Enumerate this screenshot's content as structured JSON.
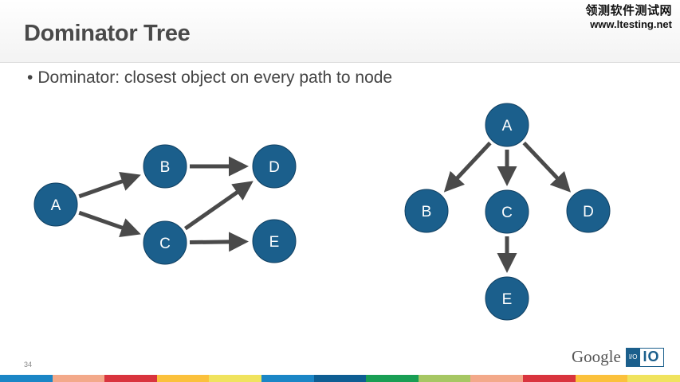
{
  "slide": {
    "title": "Dominator Tree",
    "bullet": "Dominator: closest object on every path to node",
    "page_number": "34"
  },
  "watermark": {
    "line1": "领测软件测试网",
    "line2": "www.ltesting.net"
  },
  "logo": {
    "brand": "Google",
    "io_left": "I/O",
    "io_right": "IO"
  },
  "colors": {
    "node_fill": "#1b5f8c",
    "edge": "#4a4a4a",
    "bar": [
      "#1b86c6",
      "#f3a98a",
      "#d9343e",
      "#fbc13c",
      "#f0e35e",
      "#1b86c6",
      "#0e5e93",
      "#199e54",
      "#a6c763",
      "#f3a98a",
      "#d9343e",
      "#fbc13c",
      "#f0e35e"
    ]
  },
  "graph_left": {
    "nodes": [
      {
        "id": "A",
        "label": "A"
      },
      {
        "id": "B",
        "label": "B"
      },
      {
        "id": "C",
        "label": "C"
      },
      {
        "id": "D",
        "label": "D"
      },
      {
        "id": "E",
        "label": "E"
      }
    ],
    "edges": [
      [
        "A",
        "B"
      ],
      [
        "A",
        "C"
      ],
      [
        "B",
        "D"
      ],
      [
        "C",
        "D"
      ],
      [
        "C",
        "E"
      ]
    ]
  },
  "graph_right": {
    "nodes": [
      {
        "id": "A",
        "label": "A"
      },
      {
        "id": "B",
        "label": "B"
      },
      {
        "id": "C",
        "label": "C"
      },
      {
        "id": "D",
        "label": "D"
      },
      {
        "id": "E",
        "label": "E"
      }
    ],
    "edges": [
      [
        "A",
        "B"
      ],
      [
        "A",
        "C"
      ],
      [
        "A",
        "D"
      ],
      [
        "C",
        "E"
      ]
    ]
  }
}
